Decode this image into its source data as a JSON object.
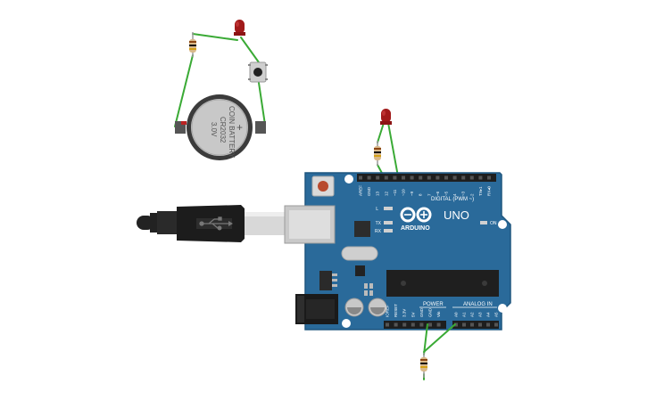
{
  "battery": {
    "label_line1": "COIN BATTERY",
    "label_line2": "CR2032",
    "label_line3": "3.0V",
    "plus_sign": "+"
  },
  "board": {
    "brand": "ARDUINO",
    "model": "UNO",
    "digital_header_label": "DIGITAL (PWM ~)",
    "analog_header_label": "ANALOG IN",
    "power_header_label": "POWER",
    "led_l": "L",
    "led_tx": "TX",
    "led_rx": "RX",
    "led_on": "ON",
    "digital_pins": [
      "AREF",
      "GND",
      "13",
      "12",
      "~11",
      "~10",
      "~9",
      "8",
      "7",
      "~6",
      "~5",
      "4",
      "~3",
      "2",
      "TX▸1",
      "RX◂0"
    ],
    "power_pins": [
      "IOREF",
      "RESET",
      "3.3V",
      "5V",
      "GND",
      "GND",
      "Vin"
    ],
    "analog_pins": [
      "A0",
      "A1",
      "A2",
      "A3",
      "A4",
      "A5"
    ]
  },
  "colors": {
    "board": "#2a6a9a",
    "board_edge": "#1f567f",
    "wire": "#3aaa35",
    "led_red": "#a11a1a",
    "resistor_body": "#d9b98a",
    "header": "#1e1e1e",
    "chip": "#1f1f1f",
    "usb_cable": "#222222"
  }
}
